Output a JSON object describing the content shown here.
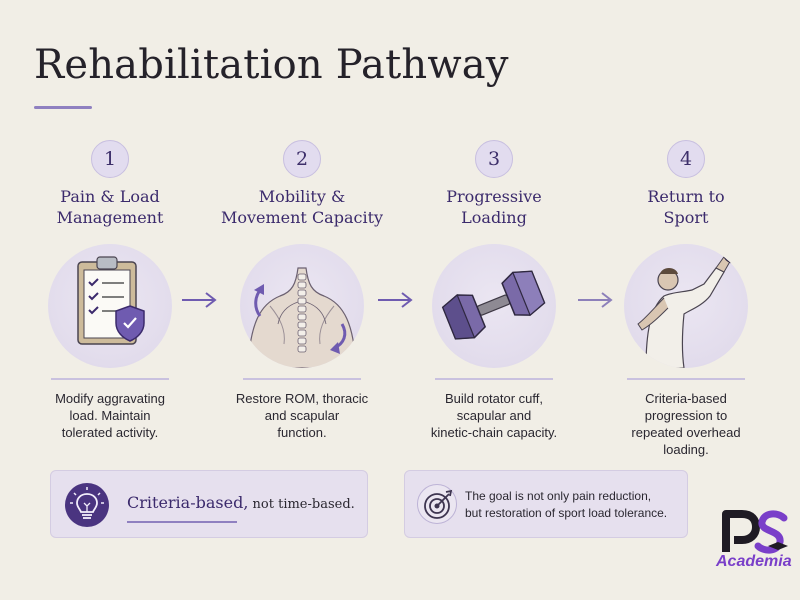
{
  "title": "Rehabilitation Pathway",
  "accent_color": "#8f80c0",
  "steps": [
    {
      "number": "1",
      "title_line1": "Pain & Load",
      "title_line2": "Management",
      "icon": "clipboard-shield-icon",
      "desc_line1": "Modify aggravating",
      "desc_line2": "load. Maintain",
      "desc_line3": "tolerated activity.",
      "desc_line4": ""
    },
    {
      "number": "2",
      "title_line1": "Mobility &",
      "title_line2": "Movement Capacity",
      "icon": "spine-shoulder-icon",
      "desc_line1": "Restore ROM, thoracic",
      "desc_line2": "and scapular",
      "desc_line3": "function.",
      "desc_line4": ""
    },
    {
      "number": "3",
      "title_line1": "Progressive",
      "title_line2": "Loading",
      "icon": "dumbbell-icon",
      "desc_line1": "Build rotator cuff,",
      "desc_line2": "scapular and",
      "desc_line3": "kinetic-chain capacity.",
      "desc_line4": ""
    },
    {
      "number": "4",
      "title_line1": "Return to",
      "title_line2": "Sport",
      "icon": "athlete-throwing-icon",
      "desc_line1": "Criteria-based",
      "desc_line2": "progression to",
      "desc_line3": "repeated overhead",
      "desc_line4": "loading."
    }
  ],
  "callout_left": {
    "emphasis": "Criteria-based,",
    "rest": " not time-based.",
    "icon": "lightbulb-icon"
  },
  "callout_right": {
    "line1": "The goal is not only pain reduction,",
    "line2": "but restoration of sport load tolerance.",
    "icon": "target-icon"
  },
  "logo": {
    "word": "Academia",
    "icon": "ps-logo-icon"
  }
}
